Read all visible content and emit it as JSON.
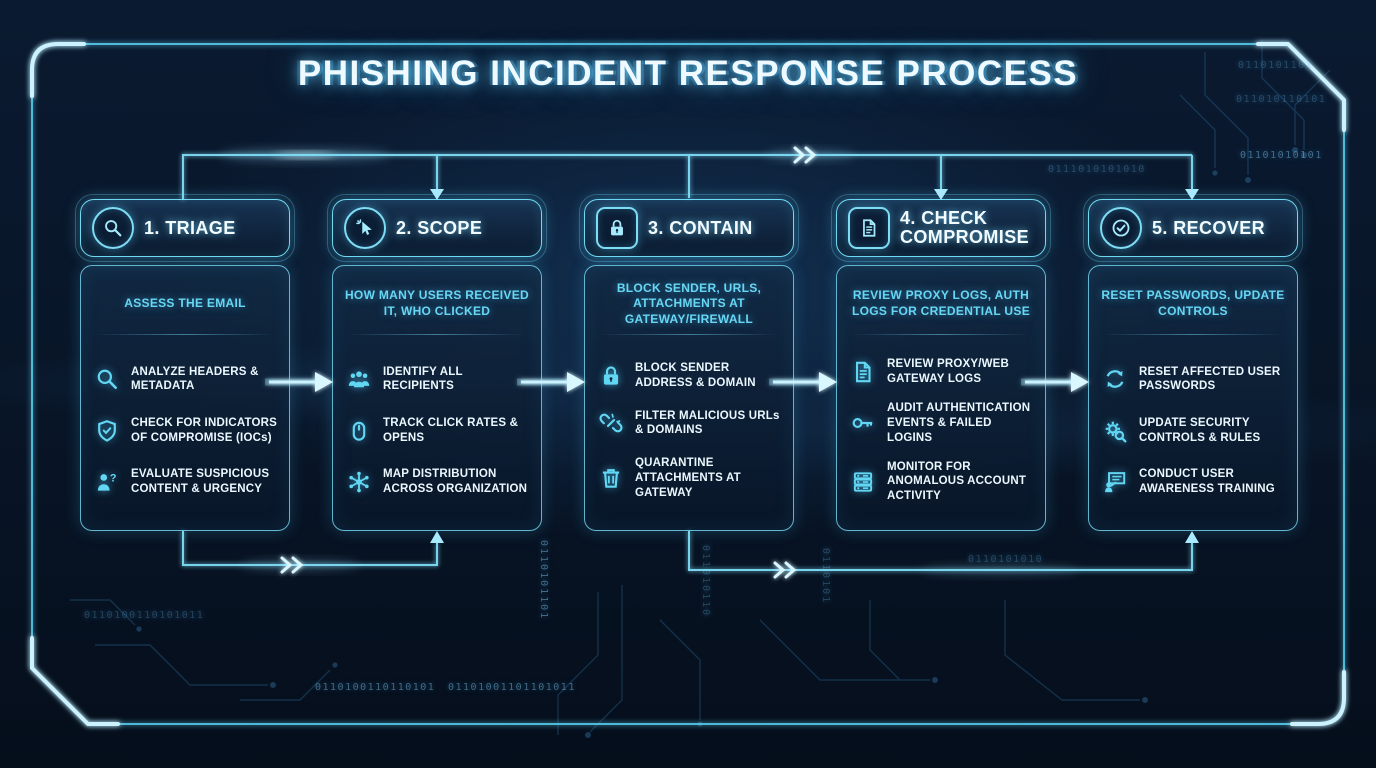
{
  "title": "PHISHING INCIDENT RESPONSE PROCESS",
  "colors": {
    "background": "#081627",
    "accent": "#5ed9f6",
    "accent_bright": "#cdf2ff",
    "card_fill": "#12263f",
    "text": "#ecf8ff"
  },
  "stages": [
    {
      "title": "1. TRIAGE",
      "icon": "magnifier-icon",
      "subtitle": "ASSESS THE EMAIL",
      "items": [
        {
          "icon": "magnifier-icon",
          "label": "ANALYZE HEADERS & METADATA"
        },
        {
          "icon": "shield-icon",
          "label": "CHECK FOR INDICATORS OF COMPROMISE (IOCs)"
        },
        {
          "icon": "user-question-icon",
          "label": "EVALUATE SUSPICIOUS CONTENT & URGENCY"
        }
      ]
    },
    {
      "title": "2. SCOPE",
      "icon": "cursor-click-icon",
      "subtitle": "HOW MANY USERS RECEIVED IT, WHO CLICKED",
      "items": [
        {
          "icon": "users-icon",
          "label": "IDENTIFY ALL RECIPIENTS"
        },
        {
          "icon": "mouse-icon",
          "label": "TRACK CLICK RATES & OPENS"
        },
        {
          "icon": "network-icon",
          "label": "MAP DISTRIBUTION ACROSS ORGANIZATION"
        }
      ]
    },
    {
      "title": "3. CONTAIN",
      "icon": "lock-icon",
      "subtitle": "BLOCK SENDER, URLS, ATTACHMENTS AT GATEWAY/FIREWALL",
      "items": [
        {
          "icon": "lock-icon",
          "label": "BLOCK SENDER ADDRESS & DOMAIN"
        },
        {
          "icon": "broken-link-icon",
          "label": "FILTER MALICIOUS URLs & DOMAINS"
        },
        {
          "icon": "trash-icon",
          "label": "QUARANTINE ATTACHMENTS AT GATEWAY"
        }
      ]
    },
    {
      "title": "4. CHECK COMPROMISE",
      "icon": "document-icon",
      "subtitle": "REVIEW PROXY LOGS, AUTH LOGS FOR CREDENTIAL USE",
      "items": [
        {
          "icon": "document-icon",
          "label": "REVIEW PROXY/WEB GATEWAY LOGS"
        },
        {
          "icon": "key-icon",
          "label": "AUDIT AUTHENTICATION EVENTS & FAILED LOGINS"
        },
        {
          "icon": "server-icon",
          "label": "MONITOR FOR ANOMALOUS ACCOUNT ACTIVITY"
        }
      ]
    },
    {
      "title": "5. RECOVER",
      "icon": "check-circle-icon",
      "subtitle": "RESET PASSWORDS, UPDATE CONTROLS",
      "items": [
        {
          "icon": "refresh-icon",
          "label": "RESET AFFECTED USER PASSWORDS"
        },
        {
          "icon": "gear-search-icon",
          "label": "UPDATE SECURITY CONTROLS & RULES"
        },
        {
          "icon": "presenter-icon",
          "label": "CONDUCT USER AWARENESS TRAINING"
        }
      ]
    }
  ],
  "decor": {
    "binary": [
      "0110101101",
      "011010110101",
      "01101010101",
      "0111010101010",
      "0110100110101011",
      "0110100110110101",
      "01101001101101011",
      "0110101101",
      "011010110",
      "0110101",
      "0110101010"
    ]
  }
}
